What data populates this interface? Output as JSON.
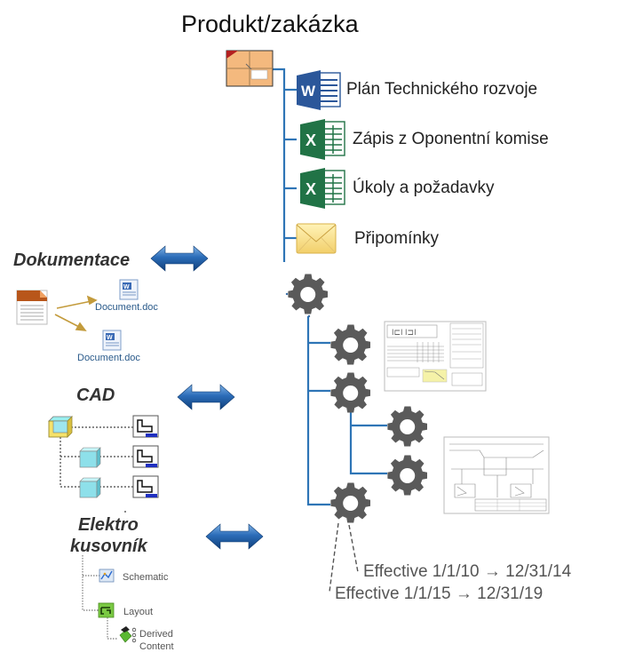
{
  "title": "Produkt/zakázka",
  "product_icon": "package-icon",
  "documents": [
    {
      "label": "Plán Technického rozvoje",
      "icon": "word-icon"
    },
    {
      "label": "Zápis z Oponentní komise",
      "icon": "excel-icon"
    },
    {
      "label": "Úkoly a požadavky",
      "icon": "excel-icon"
    },
    {
      "label": "Připomínky",
      "icon": "envelope-icon"
    }
  ],
  "sections": {
    "dokumentace": {
      "title": "Dokumentace",
      "files": [
        "Document.doc",
        "Document.doc"
      ]
    },
    "cad": {
      "title": "CAD"
    },
    "elektro": {
      "title_line1": "Elektro",
      "title_line2": "kusovník",
      "items": [
        "Schematic",
        "Layout"
      ],
      "derived_line1": "Derived",
      "derived_line2": "Content"
    }
  },
  "effectivity": [
    "Effective 1/1/10 → 12/31/14",
    "Effective 1/1/15 → 12/31/19"
  ],
  "colors": {
    "tree_line": "#2e75b6",
    "gear": "#5a5a5a",
    "arrow": "#1f5fa8",
    "word": "#2b579a",
    "excel": "#217346"
  }
}
